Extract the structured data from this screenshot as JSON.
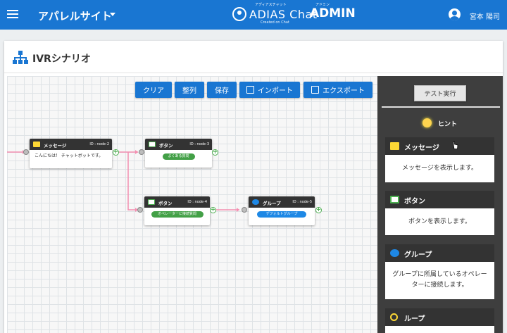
{
  "header": {
    "site_name": "アパレルサイト",
    "logo_brand": "ADIAS Chat",
    "logo_admin": "ADMIN",
    "logo_ruby_brand": "アディアスチャット",
    "logo_ruby_admin": "アドミン",
    "logo_tagline": "Created on Chat",
    "user_name": "宮本 陽司",
    "bar_color": "#1976d2"
  },
  "page": {
    "title": "IVRシナリオ",
    "title_icon": "sitemap-icon"
  },
  "toolbar": {
    "clear": "クリア",
    "arrange": "整列",
    "save": "保存",
    "import": "インポート",
    "export": "エクスポート"
  },
  "nodes": [
    {
      "title": "メッセージ",
      "id": "ID : node-2",
      "body": "こんにちは！ チャットボットです。",
      "icon": "message-icon"
    },
    {
      "title": "ボタン",
      "id": "ID : node-3",
      "pill": "よくある質問",
      "icon": "button-icon"
    },
    {
      "title": "ボタン",
      "id": "ID : node-4",
      "pill": "オペレーターに接続質問",
      "icon": "button-icon"
    },
    {
      "title": "グループ",
      "id": "ID : node-5",
      "pill": "デフォルトグループ",
      "icon": "group-icon"
    }
  ],
  "panel": {
    "test_button": "テスト実行",
    "hint_label": "ヒント",
    "hints": [
      {
        "title": "メッセージ",
        "body": "メッセージを表示します。",
        "icon": "message-icon"
      },
      {
        "title": "ボタン",
        "body": "ボタンを表示します。",
        "icon": "button-icon"
      },
      {
        "title": "グループ",
        "body": "グループに所属しているオペレーターに接続します。",
        "icon": "group-icon"
      },
      {
        "title": "ループ",
        "icon": "loop-icon"
      }
    ]
  },
  "colors": {
    "primary": "#1976d2",
    "edge": "#f48fb1",
    "message_icon": "#fdd835",
    "button_icon": "#4caf50",
    "group_icon": "#1e88e5",
    "pill_green": "#43a047",
    "pill_blue": "#1e88e5"
  }
}
